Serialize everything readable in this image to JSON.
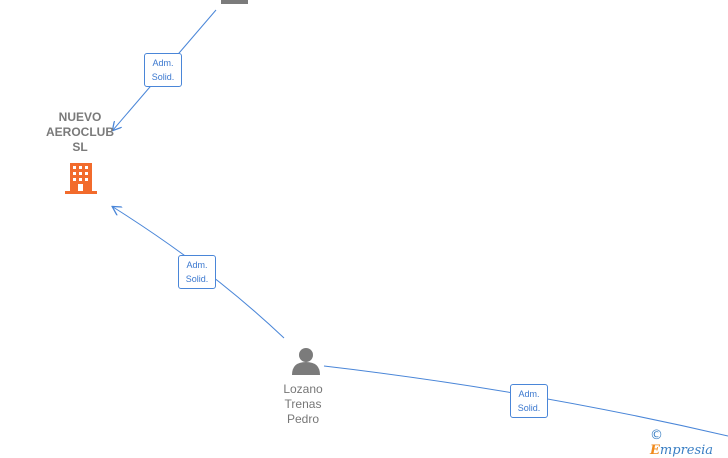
{
  "nodes": {
    "company": {
      "label_lines": [
        "NUEVO",
        "AEROCLUB",
        "SL"
      ],
      "icon": "building-icon",
      "color": "#f26b2c"
    },
    "person": {
      "label_lines": [
        "Lozano",
        "Trenas",
        "Pedro"
      ],
      "icon": "person-icon",
      "color": "#7b7b7b"
    }
  },
  "edges": [
    {
      "label_lines": [
        "Adm.",
        "Solid."
      ]
    },
    {
      "label_lines": [
        "Adm.",
        "Solid."
      ]
    },
    {
      "label_lines": [
        "Adm.",
        "Solid."
      ]
    }
  ],
  "colors": {
    "edge": "#4a86d8",
    "badge_text": "#3b78cf"
  },
  "watermark": {
    "symbol": "©",
    "brand_first": "E",
    "brand_rest": "mpresia"
  }
}
